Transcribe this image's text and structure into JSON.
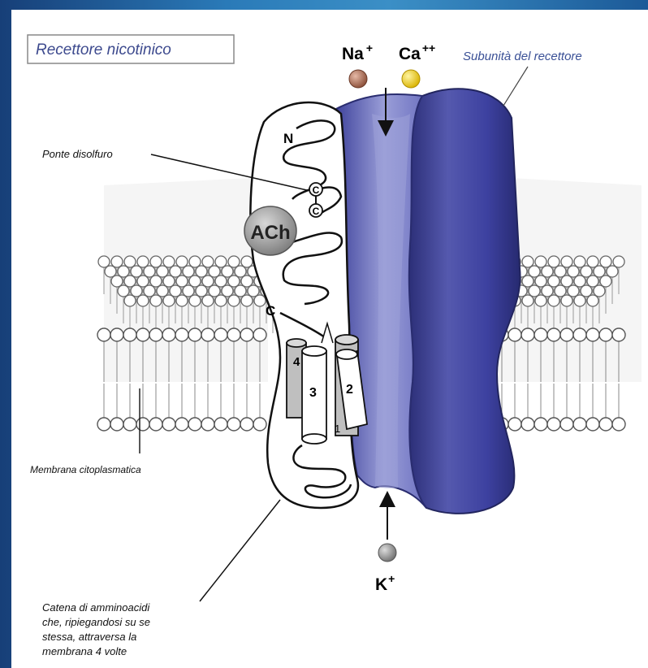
{
  "title": "Recettore nicotinico",
  "ions": {
    "na": {
      "label": "Na",
      "sup": "+",
      "color": "#a86a52"
    },
    "ca": {
      "label": "Ca",
      "sup": "++",
      "color": "#f0d020"
    },
    "k": {
      "label": "K",
      "sup": "+",
      "color": "#8c8c8c"
    }
  },
  "labels": {
    "subunit": "Subunità del recettore",
    "disulfide": "Ponte disolfuro",
    "membrane": "Membrana citoplasmatica",
    "chain_line1": "Catena di amminoacidi",
    "chain_line2": "che, ripiegandosi su se",
    "chain_line3": "stessa, attraversa la",
    "chain_line4": "membrana 4 volte",
    "n_terminus": "N",
    "c_terminus": "C",
    "cys1": "C",
    "cys2": "C",
    "ach": "ACh",
    "helix1": "1",
    "helix2": "2",
    "helix3": "3",
    "helix4": "4"
  },
  "colors": {
    "subunit_blue": "#3a3f95",
    "channel_light": "#8a8fd0",
    "frame_blue": "#2a7ab8"
  }
}
